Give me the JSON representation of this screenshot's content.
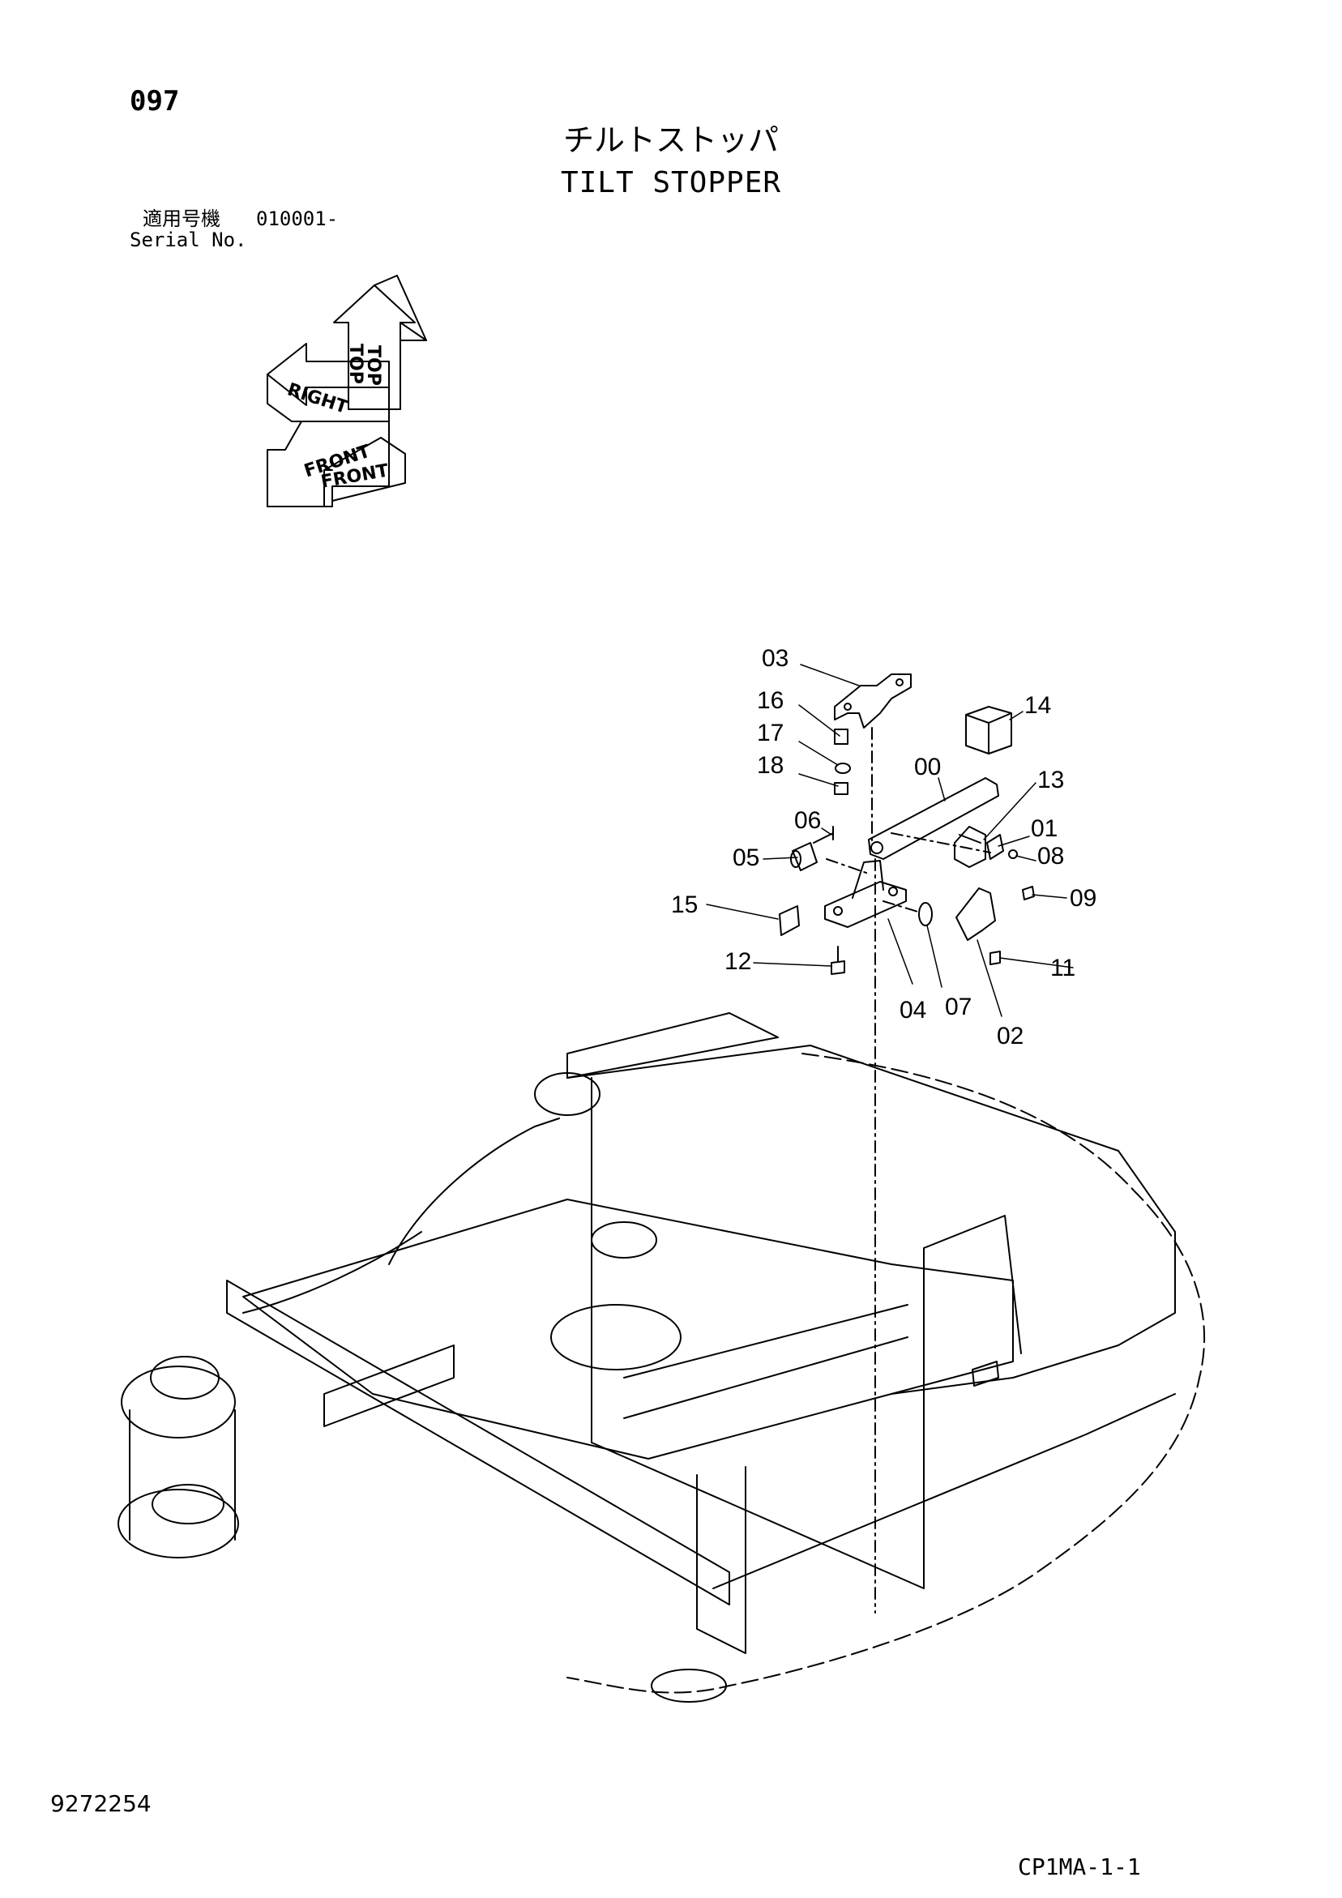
{
  "header": {
    "page_number": "097",
    "title_jp": "チルトストッパ",
    "title_en": "TILT STOPPER",
    "serial_label_jp": "適用号機",
    "serial_value": "010001-",
    "serial_label_en": "Serial No."
  },
  "orientation": {
    "top": "TOP",
    "right": "RIGHT",
    "front": "FRONT"
  },
  "part_labels": {
    "p00": "00",
    "p01": "01",
    "p02": "02",
    "p03": "03",
    "p04": "04",
    "p05": "05",
    "p06": "06",
    "p07": "07",
    "p08": "08",
    "p09": "09",
    "p11": "11",
    "p12": "12",
    "p13": "13",
    "p14": "14",
    "p15": "15",
    "p16": "16",
    "p17": "17",
    "p18": "18"
  },
  "footer": {
    "drawing_number": "9272254",
    "page_code": "CP1MA-1-1"
  }
}
